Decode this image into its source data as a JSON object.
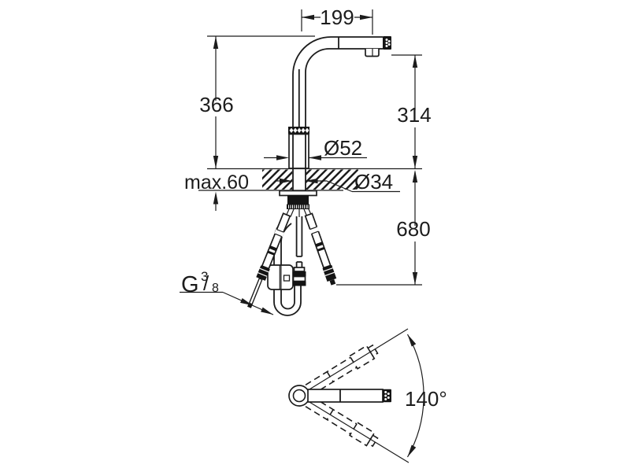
{
  "page": {
    "background": "#ffffff",
    "ink": "#1c1c1c"
  },
  "side_view": {
    "reach": "199",
    "height": "366",
    "spout_to_deck": "314",
    "hose_drop": "680",
    "deck_max": "max.60",
    "base_dia": "Ø52",
    "shank_dia": "Ø34",
    "thread": {
      "g": "G",
      "num": "3",
      "slash": "/",
      "den": "8"
    }
  },
  "top_view": {
    "swivel": "140°"
  }
}
